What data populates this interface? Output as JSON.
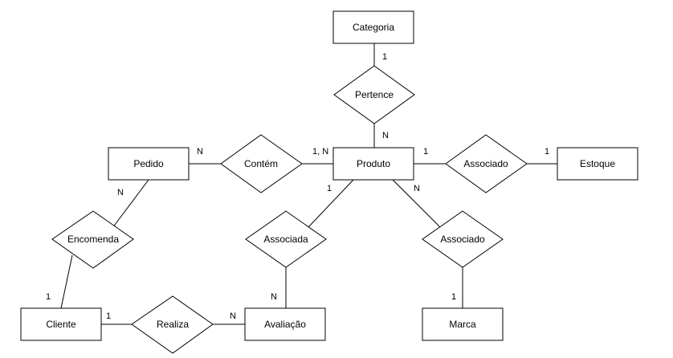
{
  "entities": {
    "categoria": "Categoria",
    "produto": "Produto",
    "pedido": "Pedido",
    "estoque": "Estoque",
    "cliente": "Cliente",
    "avaliacao": "Avaliação",
    "marca": "Marca"
  },
  "relationships": {
    "pertence": "Pertence",
    "contem": "Contém",
    "associado_estoque": "Associado",
    "encomenda": "Encomenda",
    "associada": "Associada",
    "associado_marca": "Associado",
    "realiza": "Realiza"
  },
  "cardinalities": {
    "categoria_pertence": "1",
    "pertence_produto": "N",
    "pedido_contem": "N",
    "contem_produto": "1, N",
    "produto_associado": "1",
    "associado_estoque": "1",
    "pedido_encomenda": "N",
    "encomenda_cliente": "1",
    "produto_associada": "1",
    "associada_avaliacao": "N",
    "produto_associado_marca": "N",
    "associado_marca": "1",
    "cliente_realiza": "1",
    "realiza_avaliacao": "N"
  }
}
